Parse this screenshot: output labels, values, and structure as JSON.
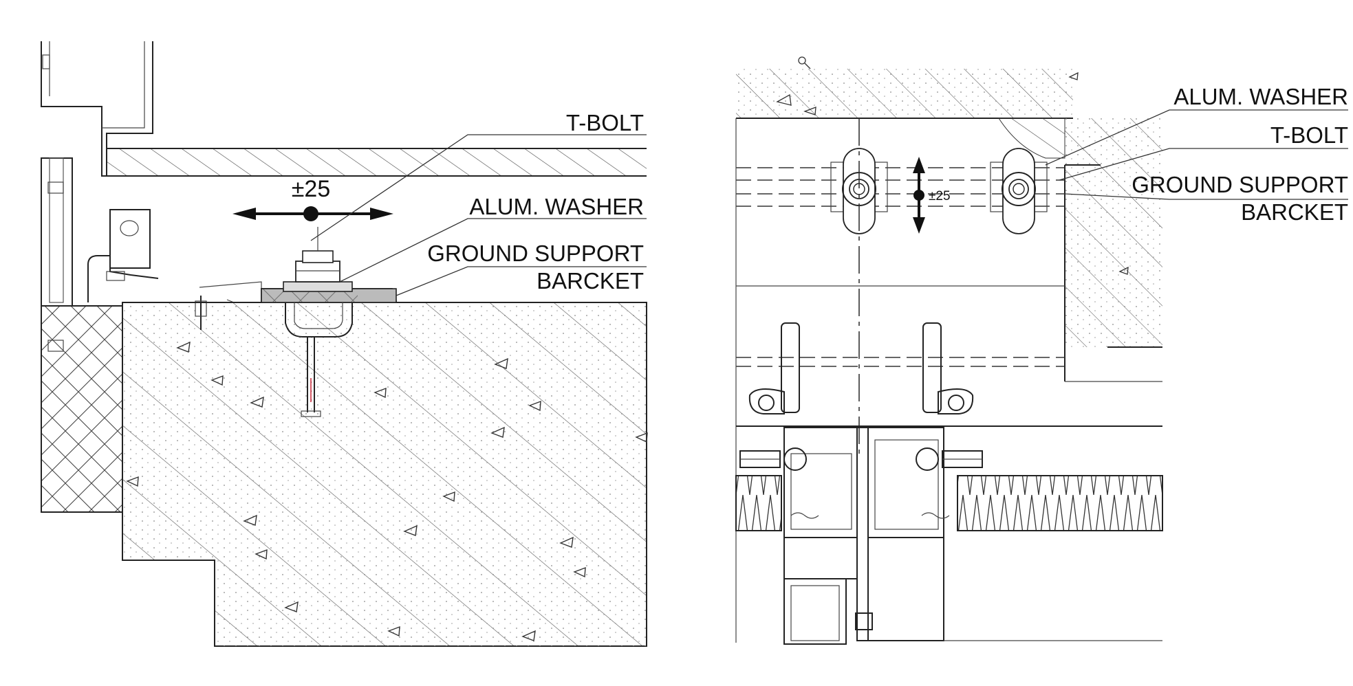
{
  "left_detail": {
    "label_t_bolt": "T-BOLT",
    "label_washer": "ALUM. WASHER",
    "label_bracket_1": "GROUND SUPPORT",
    "label_bracket_2": "BARCKET",
    "tolerance": "±25"
  },
  "right_detail": {
    "label_washer": "ALUM. WASHER",
    "label_t_bolt": "T-BOLT",
    "label_bracket_1": "GROUND SUPPORT",
    "label_bracket_2": "BARCKET",
    "tolerance": "±25"
  },
  "colors": {
    "ink": "#222222",
    "marker": "#cc3344"
  }
}
